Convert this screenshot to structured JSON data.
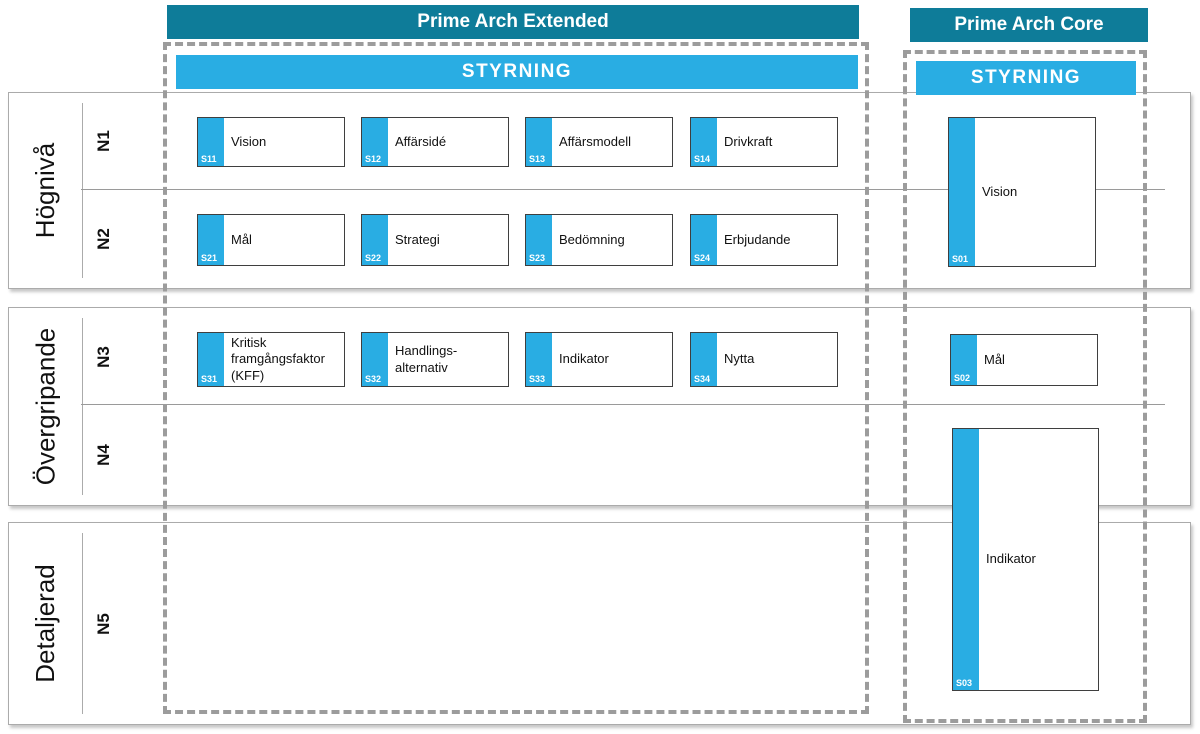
{
  "colors": {
    "teal": "#0E7C99",
    "blue": "#29ADE3"
  },
  "extended": {
    "title": "Prime Arch Extended",
    "section": "STYRNING",
    "rows": [
      {
        "level": "N1",
        "cards": [
          {
            "code": "S11",
            "label": "Vision"
          },
          {
            "code": "S12",
            "label": "Affärsidé"
          },
          {
            "code": "S13",
            "label": "Affärsmodell"
          },
          {
            "code": "S14",
            "label": "Drivkraft"
          }
        ]
      },
      {
        "level": "N2",
        "cards": [
          {
            "code": "S21",
            "label": "Mål"
          },
          {
            "code": "S22",
            "label": "Strategi"
          },
          {
            "code": "S23",
            "label": "Bedömning"
          },
          {
            "code": "S24",
            "label": "Erbjudande"
          }
        ]
      },
      {
        "level": "N3",
        "cards": [
          {
            "code": "S31",
            "label": "Kritisk\nframgångsfaktor\n(KFF)"
          },
          {
            "code": "S32",
            "label": "Handlings-\nalternativ"
          },
          {
            "code": "S33",
            "label": "Indikator"
          },
          {
            "code": "S34",
            "label": "Nytta"
          }
        ]
      }
    ]
  },
  "core": {
    "title": "Prime Arch Core",
    "section": "STYRNING",
    "cards": [
      {
        "code": "S01",
        "label": "Vision"
      },
      {
        "code": "S02",
        "label": "Mål"
      },
      {
        "code": "S03",
        "label": "Indikator"
      }
    ]
  },
  "bands": [
    {
      "label": "Högnivå",
      "levels": [
        "N1",
        "N2"
      ]
    },
    {
      "label": "Övergripande",
      "levels": [
        "N3",
        "N4"
      ]
    },
    {
      "label": "Detaljerad",
      "levels": [
        "N5"
      ]
    }
  ]
}
